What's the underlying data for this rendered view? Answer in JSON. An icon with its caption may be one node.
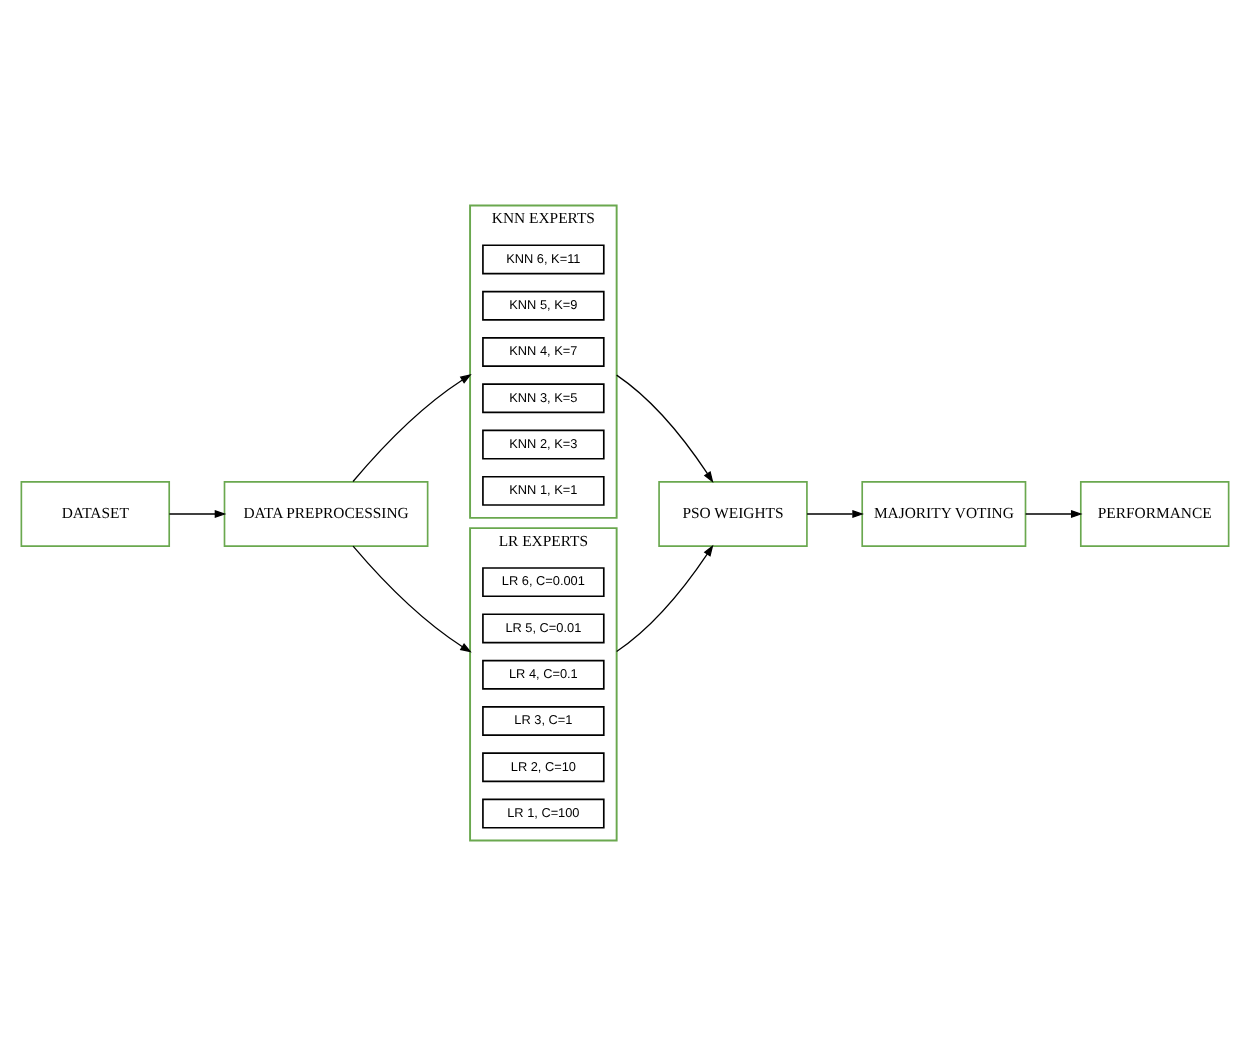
{
  "diagram": {
    "nodes": [
      {
        "text": [
          "DATASET"
        ]
      },
      {
        "text": [
          "DATA PREPROCESSING"
        ]
      },
      {
        "text": [
          "KNN EXPERTS"
        ]
      },
      {
        "text": [
          "KNN 1, K=1"
        ],
        "in": 2
      },
      {
        "text": [
          "KNN 2, K=3"
        ],
        "in": 2
      },
      {
        "text": [
          "KNN 3, K=5"
        ],
        "in": 2
      },
      {
        "text": [
          "KNN 4, K=7"
        ],
        "in": 2
      },
      {
        "text": [
          "KNN 5, K=9"
        ],
        "in": 2
      },
      {
        "text": [
          "KNN 6, K=11"
        ],
        "in": 2
      },
      {
        "text": [
          "LR EXPERTS"
        ]
      },
      {
        "text": [
          "LR 1, C=100"
        ],
        "in": 9
      },
      {
        "text": [
          "LR 2, C=10"
        ],
        "in": 9
      },
      {
        "text": [
          "LR 3, C=1"
        ],
        "in": 9
      },
      {
        "text": [
          "LR 4, C=0.1"
        ],
        "in": 9
      },
      {
        "text": [
          "LR 5, C=0.01"
        ],
        "in": 9
      },
      {
        "text": [
          "LR 6, C=0.001"
        ],
        "in": 9
      },
      {
        "text": [
          "PSO WEIGHTS"
        ]
      },
      {
        "text": [
          "MAJORITY VOTING"
        ]
      },
      {
        "text": [
          "PERFORMANCE"
        ]
      }
    ],
    "edges": [
      {
        "from": 0,
        "to": 1,
        "arrow": "to"
      },
      {
        "from": 1,
        "to": 2,
        "arrow": "to"
      },
      {
        "from": 1,
        "to": 9,
        "arrow": "to"
      },
      {
        "from": 2,
        "to": 16,
        "arrow": "to"
      },
      {
        "from": 9,
        "to": 16,
        "arrow": "to"
      },
      {
        "from": 16,
        "to": 17,
        "arrow": "to"
      },
      {
        "from": 17,
        "to": 18,
        "arrow": "to"
      }
    ]
  }
}
